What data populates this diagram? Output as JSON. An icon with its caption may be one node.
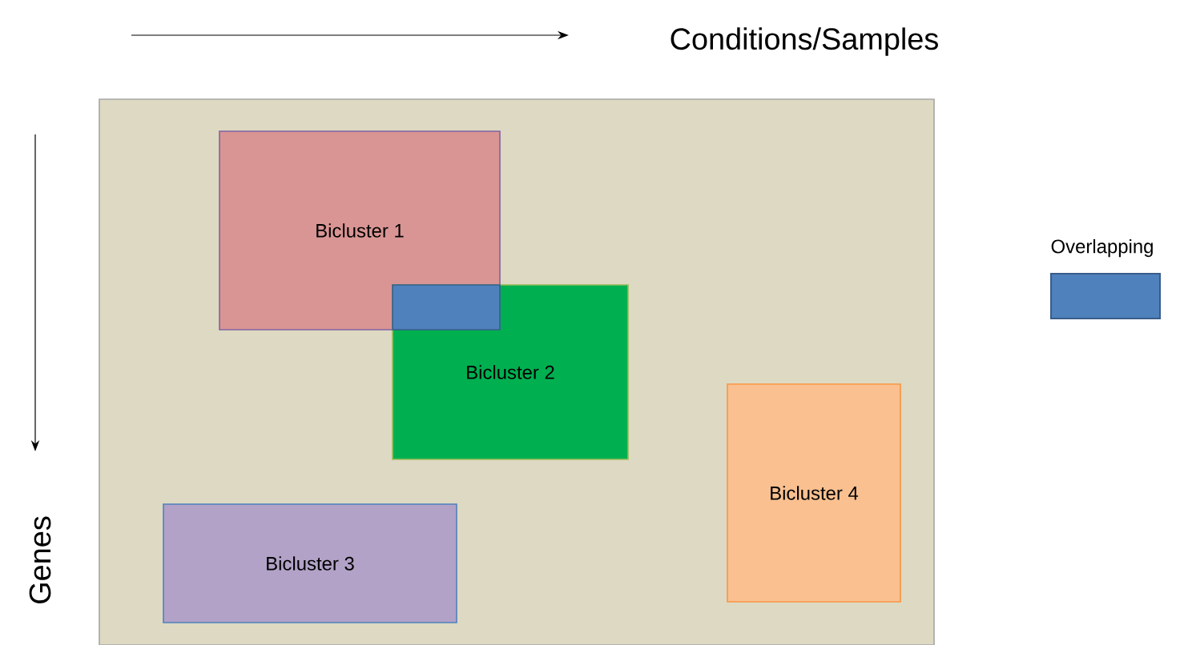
{
  "diagram": {
    "nodes": [
      {
        "text": [],
        "shape": "box"
      },
      {
        "text": [
          "Bicluster 1"
        ],
        "in": 0
      },
      {
        "text": [
          "Bicluster 2"
        ],
        "in": 0
      },
      {
        "text": [],
        "shape": "box"
      },
      {
        "text": [
          "Bicluster 3"
        ],
        "in": 0
      },
      {
        "text": [
          "Bicluster 4"
        ],
        "in": 0
      }
    ],
    "labels": [
      "Conditions/Samples",
      "Genes"
    ],
    "legend": [
      {
        "text": "Overlapping",
        "color": "#4f81bd"
      }
    ]
  }
}
